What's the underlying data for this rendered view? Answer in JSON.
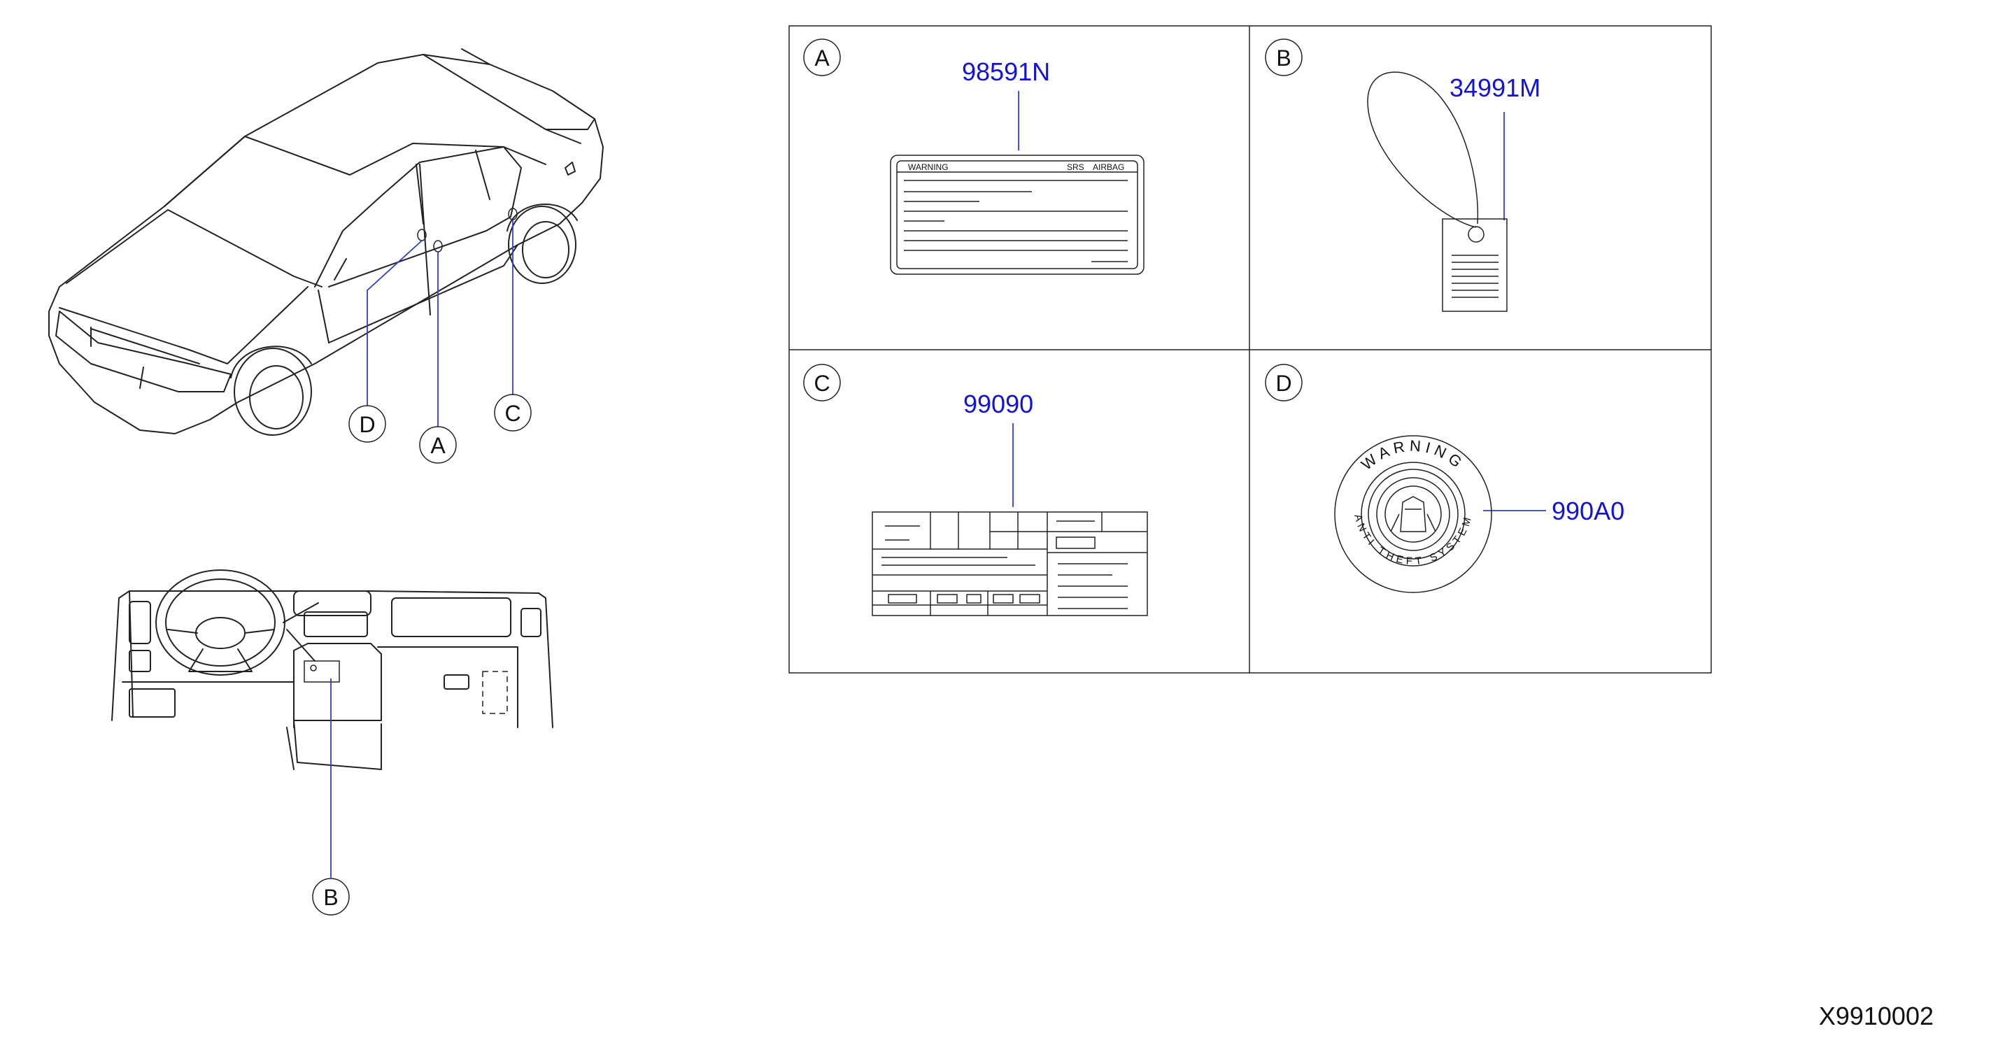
{
  "panels": [
    {
      "id": "A",
      "part": "98591N"
    },
    {
      "id": "B",
      "part": "34991M"
    },
    {
      "id": "C",
      "part": "99090"
    },
    {
      "id": "D",
      "part": "990A0"
    }
  ],
  "car_callouts": {
    "a": "A",
    "c": "C",
    "d": "D"
  },
  "dash_callouts": {
    "b": "B"
  },
  "airbag_label": {
    "warning": "WARNING",
    "srs": "SRS",
    "airbag": "AIRBAG"
  },
  "anti_theft_sticker": {
    "top_text": "WARNING",
    "bottom_text": "ANTI THEFT SYSTEM"
  },
  "diagram_code": "X9910002"
}
